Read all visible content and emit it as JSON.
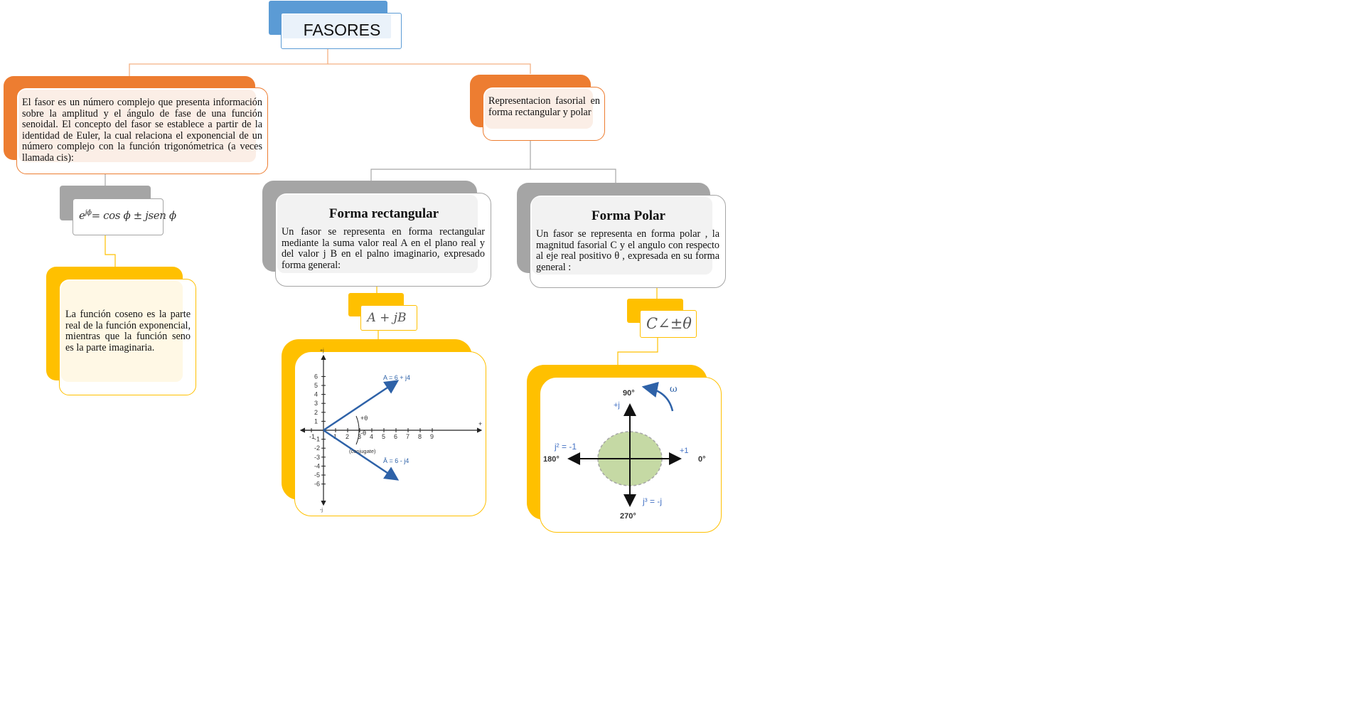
{
  "title": "FASORES",
  "colors": {
    "blue": "#5b9bd5",
    "orange": "#ed7d31",
    "gray": "#a5a5a5",
    "gold": "#ffc000",
    "line_orange": "#f4b183",
    "line_gray": "#a6a6a6",
    "line_gold": "#ffc000",
    "vector_blue": "#2e62a8",
    "disk_green": "#c5d9a4"
  },
  "definition": {
    "text": "El fasor es un número complejo que presenta información sobre la amplitud y el ángulo de fase de una función senoidal. El concepto del fasor se establece a partir de la identidad de Euler, la cual relaciona el exponencial de un número complejo con la función trigonómetrica (a veces llamada cis):"
  },
  "euler": {
    "lhs": "e",
    "exp": "jϕ",
    "rhs": "= cos ϕ ± jsen ϕ"
  },
  "cos_sin_note": {
    "text": "La función coseno es la parte real de la función exponencial, mientras que la función seno es la parte imaginaria."
  },
  "representation": {
    "text": "Representacion fasorial en forma rectangular y polar"
  },
  "rectangular": {
    "title": "Forma rectangular",
    "text": "Un fasor se representa en forma rectangular mediante la suma valor real A en el plano real y del valor j B en el palno imaginario, expresado forma general:",
    "formula": "A + jB",
    "graph": {
      "vector_label": "A = 6 + j4",
      "conjugate_label": "Ā = 6 - j4",
      "conjugate_note": "(conjugate)",
      "angle_pos": "+θ",
      "angle_neg": "-θ",
      "x_ticks": [
        "-1",
        "1",
        "2",
        "3",
        "4",
        "5",
        "6",
        "7",
        "8",
        "9"
      ],
      "y_ticks": [
        "6",
        "5",
        "4",
        "3",
        "2",
        "1",
        "-1",
        "-2",
        "-3",
        "-4",
        "-5",
        "-6"
      ],
      "x_end": "+",
      "y_top": "+j",
      "y_bottom": "-j"
    }
  },
  "polar": {
    "title": "Forma Polar",
    "text": "Un fasor se representa en forma polar , la magnitud fasorial C y el angulo con respecto al eje real positivo θ , expresada en su forma general :",
    "formula": "C∠±θ",
    "graph": {
      "top": "90°",
      "bottom": "270°",
      "left": "180°",
      "right": "0°",
      "plus_j": "+j",
      "plus_one": "+1",
      "j2": "j² = -1",
      "j3": "j³ = -j",
      "omega": "ω"
    }
  }
}
